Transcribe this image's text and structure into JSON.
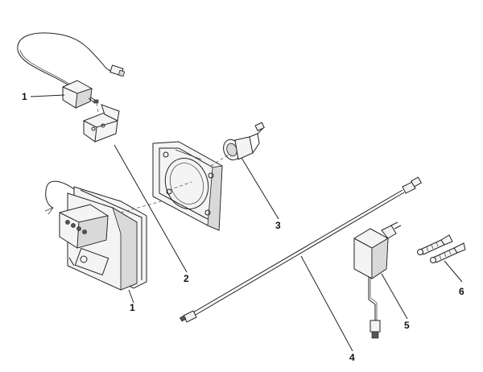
{
  "diagram": {
    "callouts": [
      {
        "id": "c1a",
        "label": "1"
      },
      {
        "id": "c1b",
        "label": "1"
      },
      {
        "id": "c2",
        "label": "2"
      },
      {
        "id": "c3",
        "label": "3"
      },
      {
        "id": "c4",
        "label": "4"
      },
      {
        "id": "c5",
        "label": "5"
      },
      {
        "id": "c6",
        "label": "6"
      }
    ]
  }
}
